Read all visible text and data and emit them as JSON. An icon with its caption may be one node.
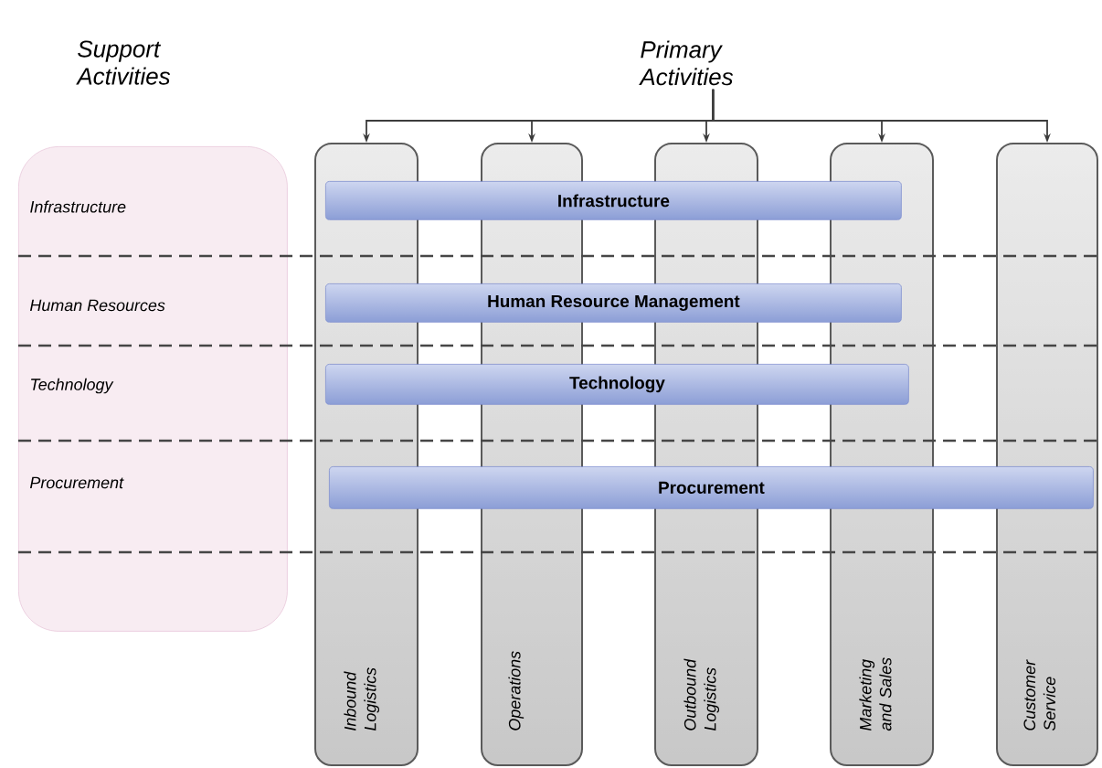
{
  "diagram": {
    "nodes": [
      {
        "text": [
          "Primary Activities"
        ]
      },
      {
        "text": [
          "Infrastructure",
          "Human Resources",
          "Technology",
          "Procurement"
        ]
      },
      {
        "text": [
          "Inbound Logistics"
        ]
      },
      {
        "text": [
          "Operations"
        ]
      },
      {
        "text": [
          "Outbound Logistics"
        ]
      },
      {
        "text": [
          "Marketing and Sales"
        ]
      },
      {
        "text": [
          "Customer Service"
        ]
      },
      {
        "text": [
          "Infrastructure"
        ]
      },
      {
        "text": [
          "Human Resource Management"
        ]
      },
      {
        "text": [
          "Technology"
        ]
      },
      {
        "text": [
          "Procurement"
        ]
      }
    ],
    "edges": [
      {
        "from": 0,
        "to": 2,
        "arrow": "to"
      },
      {
        "from": 0,
        "to": 3,
        "arrow": "to"
      },
      {
        "from": 0,
        "to": 4,
        "arrow": "to"
      },
      {
        "from": 0,
        "to": 5,
        "arrow": "to"
      },
      {
        "from": 0,
        "to": 6,
        "arrow": "to"
      }
    ],
    "labels": [
      "Support Activities"
    ]
  }
}
